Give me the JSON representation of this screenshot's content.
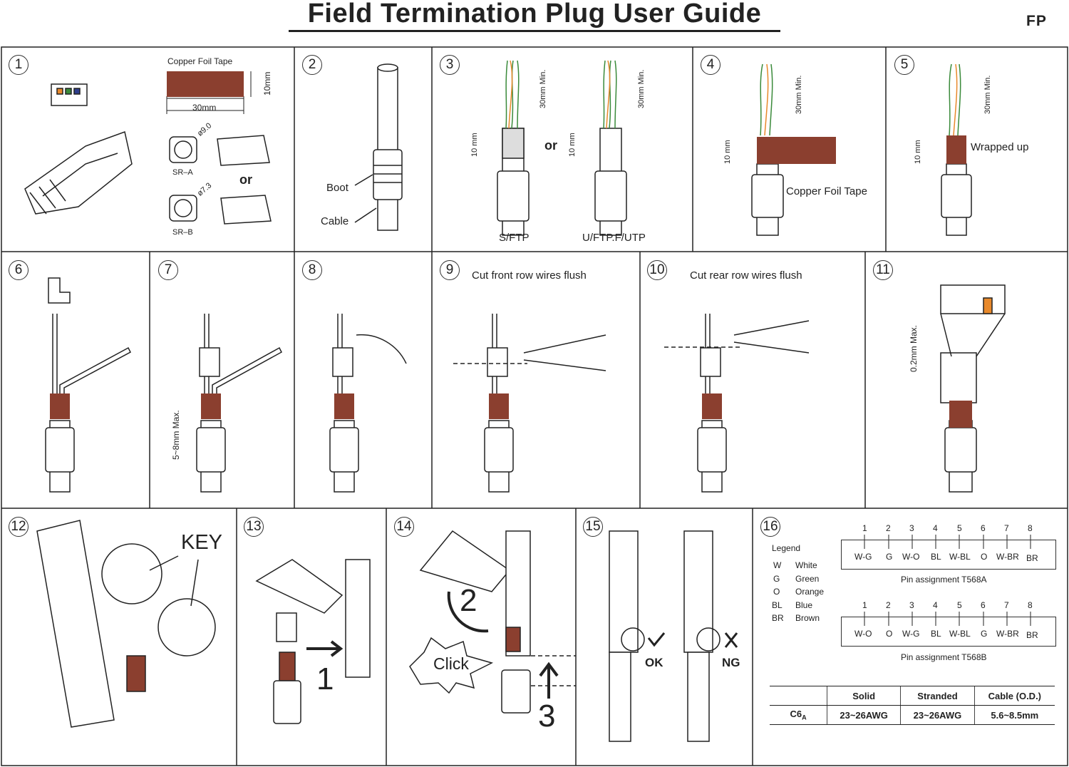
{
  "header": {
    "title": "Field Termination Plug User Guide",
    "code": "FP"
  },
  "steps": {
    "s1": {
      "num": "1",
      "tape_label": "Copper Foil Tape",
      "tape_w": "30mm",
      "tape_h": "10mm",
      "d1": "ø9.0",
      "d2": "ø7.3",
      "sr_a": "SR–A",
      "sr_b": "SR–B",
      "or": "or"
    },
    "s2": {
      "num": "2",
      "boot": "Boot",
      "cable": "Cable"
    },
    "s3": {
      "num": "3",
      "min": "30mm Min.",
      "min2": "30mm Min.",
      "len": "10 mm",
      "len2": "10 mm",
      "or": "or",
      "type_a": "S/FTP",
      "type_b": "U/FTP.F/UTP"
    },
    "s4": {
      "num": "4",
      "min": "30mm Min.",
      "len": "10 mm",
      "tape": "Copper Foil Tape"
    },
    "s5": {
      "num": "5",
      "min": "30mm Min.",
      "len": "10 mm",
      "wrapped": "Wrapped up"
    },
    "s6": {
      "num": "6"
    },
    "s7": {
      "num": "7",
      "max": "5~8mm Max."
    },
    "s8": {
      "num": "8"
    },
    "s9": {
      "num": "9",
      "caption": "Cut front row wires flush"
    },
    "s10": {
      "num": "10",
      "caption": "Cut rear row wires flush"
    },
    "s11": {
      "num": "11",
      "max": "0.2mm Max."
    },
    "s12": {
      "num": "12",
      "key": "KEY"
    },
    "s13": {
      "num": "13",
      "step": "1"
    },
    "s14": {
      "num": "14",
      "step2": "2",
      "step3": "3",
      "click": "Click"
    },
    "s15": {
      "num": "15",
      "ok": "OK",
      "ng": "NG"
    },
    "s16": {
      "num": "16",
      "legend_title": "Legend",
      "legend": [
        {
          "code": "W",
          "name": "White"
        },
        {
          "code": "G",
          "name": "Green"
        },
        {
          "code": "O",
          "name": "Orange"
        },
        {
          "code": "BL",
          "name": "Blue"
        },
        {
          "code": "BR",
          "name": "Brown"
        }
      ],
      "pins": [
        "1",
        "2",
        "3",
        "4",
        "5",
        "6",
        "7",
        "8"
      ],
      "t568a": [
        "W-G",
        "G",
        "W-O",
        "BL",
        "W-BL",
        "O",
        "W-BR",
        "BR"
      ],
      "t568a_caption": "Pin assignment T568A",
      "t568b": [
        "W-O",
        "O",
        "W-G",
        "BL",
        "W-BL",
        "G",
        "W-BR",
        "BR"
      ],
      "t568b_caption": "Pin assignment T568B",
      "table": {
        "headers": [
          "",
          "Solid",
          "Stranded",
          "Cable (O.D.)"
        ],
        "row_label": "C6",
        "row_label_sub": "A",
        "row": [
          "23~26AWG",
          "23~26AWG",
          "5.6~8.5mm"
        ]
      }
    }
  },
  "colors": {
    "foil": "#8b3f2f",
    "wire_orange": "#e8892b",
    "wire_green": "#3a8a3a",
    "wire_blue": "#2e3e8c",
    "wire_brown": "#7a3b22"
  }
}
